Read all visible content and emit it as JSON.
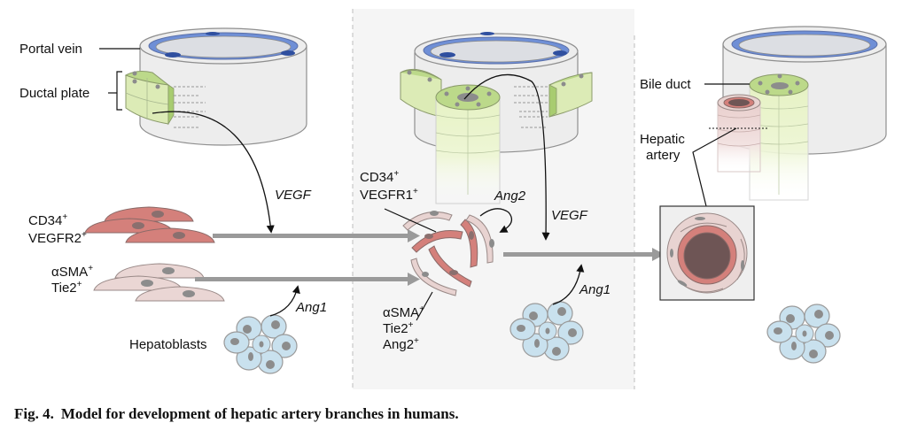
{
  "figure": {
    "caption_number": "Fig. 4.",
    "caption_text": "Model for development of hepatic artery branches in humans.",
    "panels": [
      {
        "id": "left",
        "labels": {
          "portal_vein": "Portal vein",
          "ductal_plate": "Ductal plate",
          "vegf": "VEGF",
          "cd34": "CD34",
          "vegfr2": "VEGFR2",
          "asma": "αSMA",
          "tie2": "Tie2",
          "ang1": "Ang1",
          "hepatoblasts": "Hepatoblasts"
        }
      },
      {
        "id": "middle",
        "labels": {
          "cd34": "CD34",
          "vegfr1": "VEGFR1",
          "ang2_signal": "Ang2",
          "vegf": "VEGF",
          "ang1": "Ang1",
          "asma": "αSMA",
          "tie2": "Tie2",
          "ang2_marker": "Ang2"
        }
      },
      {
        "id": "right",
        "labels": {
          "bile_duct": "Bile duct",
          "hepatic_line1": "Hepatic",
          "hepatic_line2": "artery"
        }
      }
    ],
    "superscript": "+",
    "colors": {
      "endothelial": "#d4807b",
      "mural": "#e8d3d1",
      "hepatoblast": "#c9e1ee",
      "ductal": "#d8eab0",
      "portal_ring": "#6f8fd6",
      "arrow": "#9a9a9a",
      "middle_panel_bg": "#f5f5f5"
    }
  }
}
